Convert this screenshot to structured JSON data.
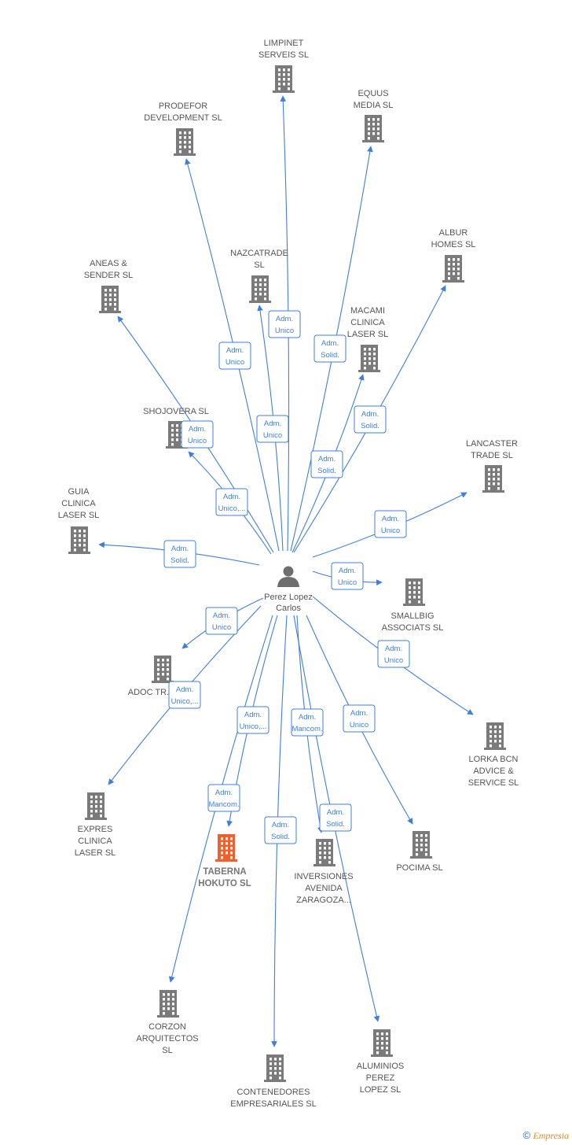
{
  "center": {
    "name": [
      "Perez Lopez",
      "Carlos"
    ],
    "icon": "person-icon"
  },
  "colors": {
    "edge": "#3f7fd9",
    "building": "#7a7a7a",
    "highlight": "#f0602e"
  },
  "companies": [
    {
      "id": "limpinet",
      "label": [
        "LIMPINET",
        "SERVEIS SL"
      ],
      "role": [
        "Adm.",
        "Unico"
      ]
    },
    {
      "id": "equus",
      "label": [
        "EQUUS",
        "MEDIA  SL"
      ],
      "role": [
        "Adm.",
        "Solid."
      ]
    },
    {
      "id": "prodefor",
      "label": [
        "PRODEFOR",
        "DEVELOPMENT SL"
      ],
      "role": [
        "Adm.",
        "Unico"
      ]
    },
    {
      "id": "albur",
      "label": [
        "ALBUR",
        "HOMES  SL"
      ],
      "role": [
        "Adm.",
        "Solid."
      ]
    },
    {
      "id": "nazcatrade",
      "label": [
        "NAZCATRADE",
        "SL"
      ],
      "role": [
        "Adm.",
        "Unico"
      ]
    },
    {
      "id": "aneas",
      "label": [
        "ANEAS &",
        "SENDER  SL"
      ],
      "role": [
        "Adm.",
        "Unico"
      ]
    },
    {
      "id": "macami",
      "label": [
        "MACAMI",
        "CLINICA",
        "LASER SL"
      ],
      "role": [
        "Adm.",
        "Solid."
      ]
    },
    {
      "id": "shojovera",
      "label": [
        "SHOJOVERA  SL"
      ],
      "role": [
        "Adm.",
        "Unico,..."
      ]
    },
    {
      "id": "lancaster",
      "label": [
        "LANCASTER",
        "TRADE SL"
      ],
      "role": [
        "Adm.",
        "Unico"
      ]
    },
    {
      "id": "guia",
      "label": [
        "GUIA",
        "CLINICA",
        "LASER  SL"
      ],
      "role": [
        "Adm.",
        "Solid."
      ]
    },
    {
      "id": "smallbig",
      "label": [
        "SMALLBIG",
        "ASSOCIATS SL"
      ],
      "role": [
        "Adm.",
        "Unico"
      ]
    },
    {
      "id": "adoc",
      "label": [
        "ADOC TR..."
      ],
      "role": [
        "Adm.",
        "Unico"
      ]
    },
    {
      "id": "lorka",
      "label": [
        "LORKA BCN",
        "ADVICE &",
        "SERVICE  SL"
      ],
      "role": [
        "Adm.",
        "Unico"
      ]
    },
    {
      "id": "expres",
      "label": [
        "EXPRES",
        "CLINICA",
        "LASER SL"
      ],
      "role": [
        "Adm.",
        "Unico,..."
      ]
    },
    {
      "id": "taberna",
      "label": [
        "TABERNA",
        "HOKUTO  SL"
      ],
      "role": [
        "Adm.",
        "Mancom."
      ],
      "highlight": true
    },
    {
      "id": "inversiones",
      "label": [
        "INVERSIONES",
        "AVENIDA",
        "ZARAGOZA..."
      ],
      "role": [
        "Adm.",
        "Mancom."
      ]
    },
    {
      "id": "pocima",
      "label": [
        "POCIMA SL"
      ],
      "role": [
        "Adm.",
        "Unico"
      ]
    },
    {
      "id": "corzon",
      "label": [
        "CORZON",
        "ARQUITECTOS",
        "SL"
      ],
      "role": [
        "Adm.",
        "Unico,..."
      ]
    },
    {
      "id": "contenedores",
      "label": [
        "CONTENEDORES",
        "EMPRESARIALES SL"
      ],
      "role": [
        "Adm.",
        "Solid."
      ]
    },
    {
      "id": "aluminios",
      "label": [
        "ALUMINIOS",
        "PEREZ",
        "LOPEZ SL"
      ],
      "role": [
        "Adm.",
        "Solid."
      ]
    }
  ],
  "footer": {
    "copyright": "©",
    "brand": "Empresia"
  }
}
